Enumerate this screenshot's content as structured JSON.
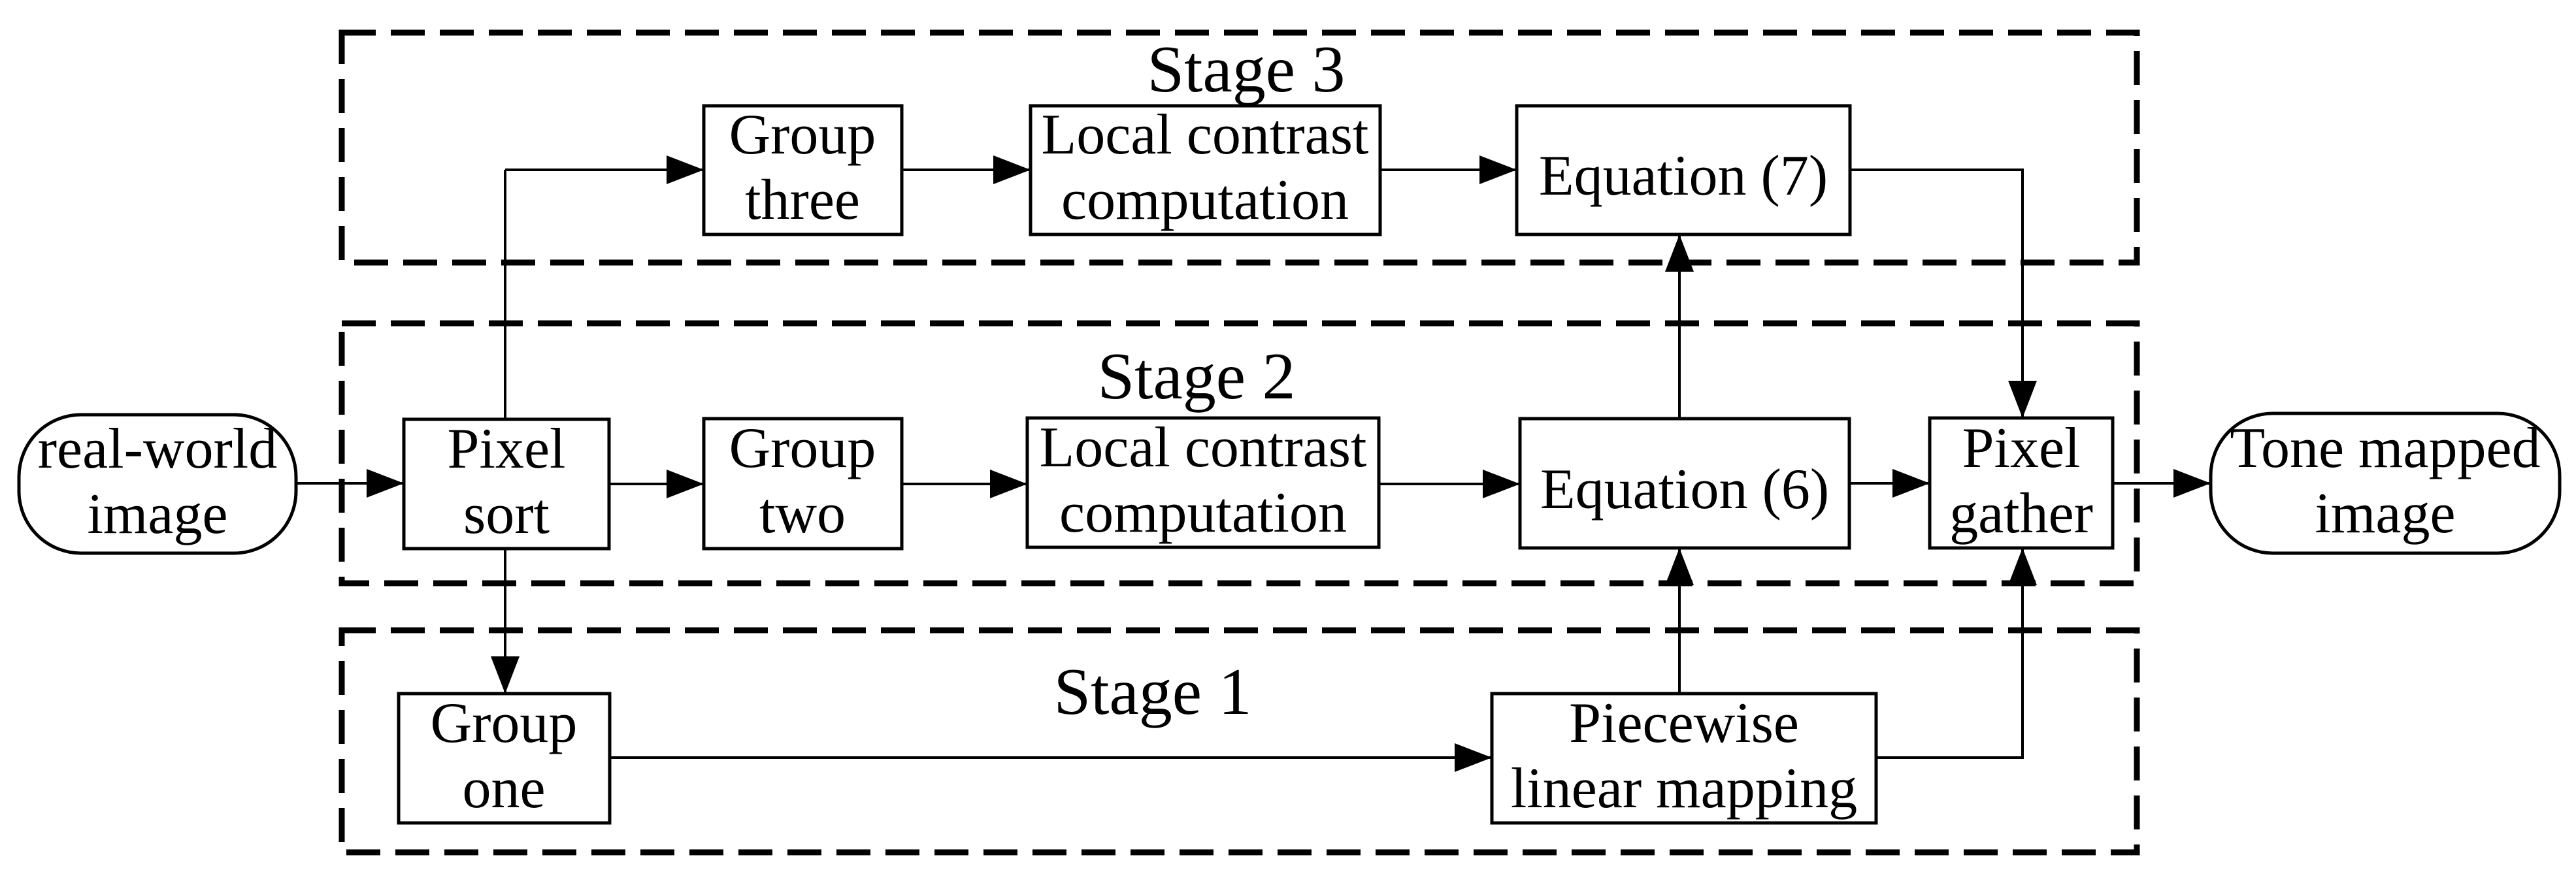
{
  "figure": {
    "colors": {
      "ink": "#000000",
      "background": "#ffffff"
    },
    "stages": [
      {
        "label": "Stage 3"
      },
      {
        "label": "Stage 2"
      },
      {
        "label": "Stage 1"
      }
    ],
    "terminals": [
      {
        "name": "real-world-image",
        "lines": [
          "real-world",
          "image"
        ]
      },
      {
        "name": "tone-mapped-image",
        "lines": [
          "Tone mapped",
          "image"
        ]
      }
    ],
    "boxes": [
      {
        "name": "group-three",
        "lines": [
          "Group",
          "three"
        ]
      },
      {
        "name": "local-contrast-computation-stage3",
        "lines": [
          "Local contrast",
          "computation"
        ]
      },
      {
        "name": "equation-7",
        "lines": [
          "Equation (7)"
        ]
      },
      {
        "name": "pixel-sort",
        "lines": [
          "Pixel",
          "sort"
        ]
      },
      {
        "name": "group-two",
        "lines": [
          "Group",
          "two"
        ]
      },
      {
        "name": "local-contrast-computation-stage2",
        "lines": [
          "Local contrast",
          "computation"
        ]
      },
      {
        "name": "equation-6",
        "lines": [
          "Equation (6)"
        ]
      },
      {
        "name": "pixel-gather",
        "lines": [
          "Pixel",
          "gather"
        ]
      },
      {
        "name": "group-one",
        "lines": [
          "Group",
          "one"
        ]
      },
      {
        "name": "piecewise-linear-mapping",
        "lines": [
          "Piecewise",
          "linear mapping"
        ]
      }
    ]
  }
}
